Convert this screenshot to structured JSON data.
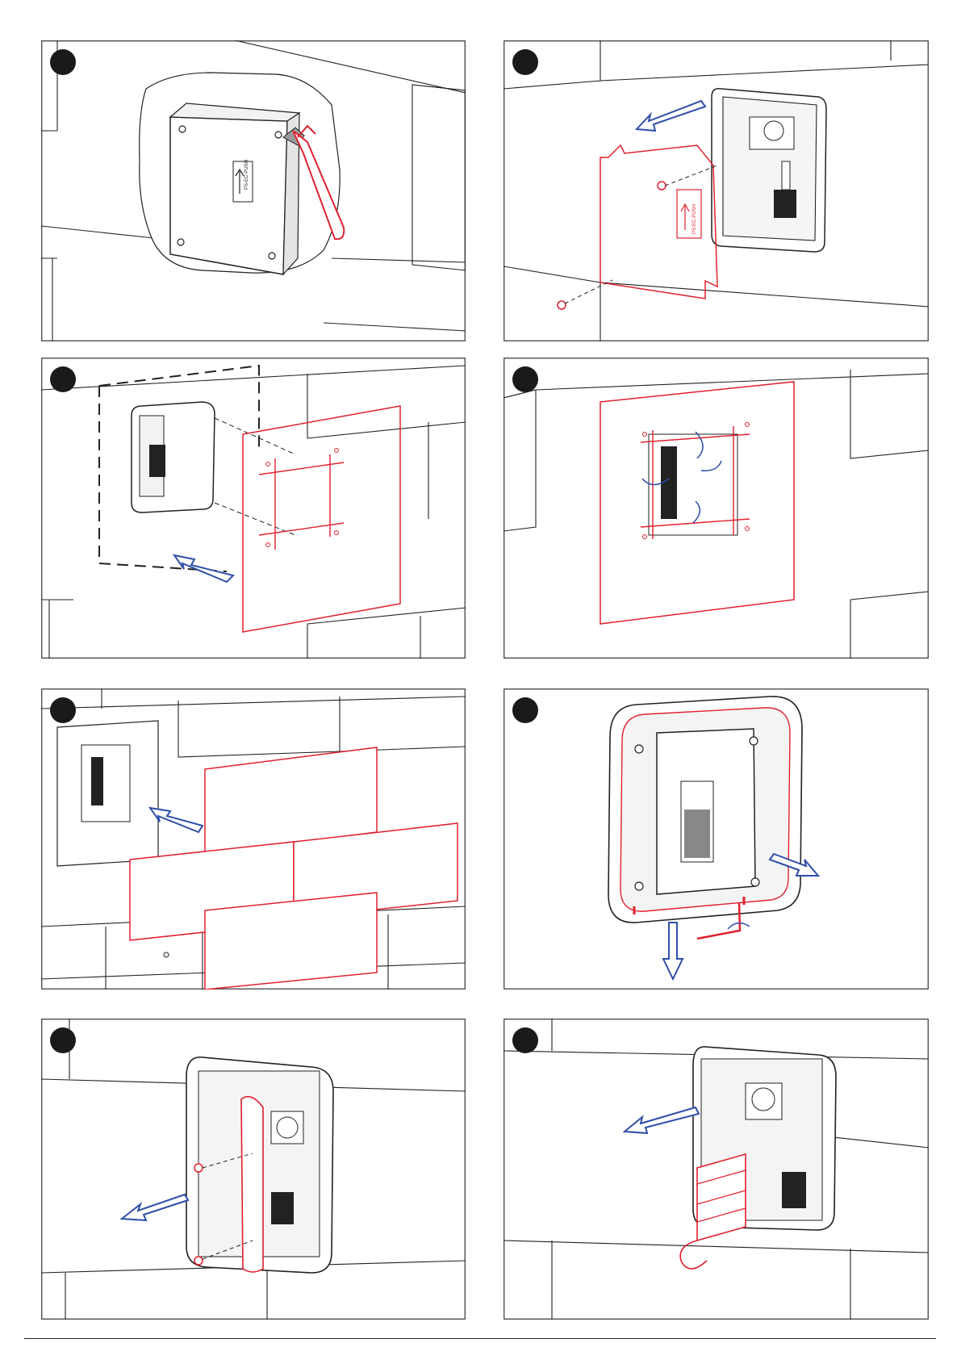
{
  "colors": {
    "line": "#222222",
    "accent_red": "#e0202e",
    "arrow_blue": "#2f4ea8",
    "badge": "#1a1a1a",
    "panel_border": "#333333",
    "shade": "#9a9a9a"
  },
  "panels": [
    {
      "id": "step-1",
      "name": "remove-cover-panel",
      "icons": [
        "wrench-icon",
        "arrow-up-icon"
      ]
    },
    {
      "id": "step-2",
      "name": "detach-cover-panel",
      "icons": [
        "screw-icon",
        "arrow-left-icon"
      ]
    },
    {
      "id": "step-3",
      "name": "apply-membrane-panel",
      "icons": [
        "arrow-left-icon"
      ]
    },
    {
      "id": "step-4",
      "name": "cut-membrane-panel",
      "icons": [
        "rotate-arrow-icon"
      ]
    },
    {
      "id": "step-5",
      "name": "tile-wall-panel",
      "icons": [
        "arrow-left-icon"
      ]
    },
    {
      "id": "step-6",
      "name": "remove-frame-panel",
      "icons": [
        "arrow-down-icon",
        "hex-key-icon"
      ]
    },
    {
      "id": "step-7",
      "name": "remove-side-cover-panel",
      "icons": [
        "screw-icon",
        "arrow-left-icon"
      ]
    },
    {
      "id": "step-8",
      "name": "remove-module-panel",
      "icons": [
        "arrow-left-icon"
      ]
    }
  ],
  "cover_label_text": "PS-EC-PUSH",
  "footer": {
    "left_text": "",
    "right_text": ""
  }
}
